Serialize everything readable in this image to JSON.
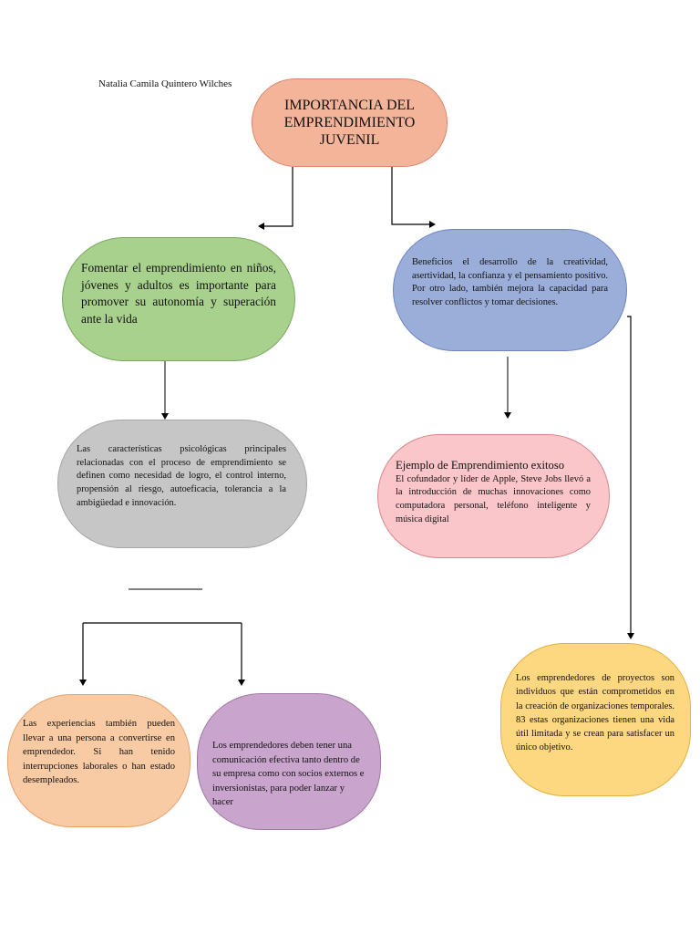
{
  "author": "Natalia Camila Quintero Wilches",
  "title": "IMPORTANCIA DEL EMPRENDIMIENTO JUVENIL",
  "nodes": {
    "green": "Fomentar el emprendimiento en niños, jóvenes y adultos es importante para promover su autonomía y superación ante la vida",
    "blue": "Beneficios el desarrollo de la creatividad, asertividad, la confianza y el pensamiento positivo. Por otro lado, también mejora la capacidad para resolver conflictos y tomar decisiones.",
    "gray": "Las características psicológicas principales relacionadas con el proceso de emprendimiento se definen como necesidad de logro, el control interno, propensión al riesgo, autoeficacia, tolerancia a la ambigüedad e innovación.",
    "pink_heading": "Ejemplo de Emprendimiento exitoso",
    "pink_body": "El cofundador y líder de Apple, Steve Jobs llevó a la introducción de muchas innovaciones como computadora personal, teléfono inteligente y música digital",
    "yellow": "Los emprendedores de proyectos son individuos que están comprometidos en la creación de organizaciones temporales. 83 estas organizaciones tienen una vida útil limitada y se crean para satisfacer un único objetivo.",
    "peach": "Las experiencias también pueden llevar a una persona a convertirse en emprendedor. Si han tenido interrupciones laborales o han estado desempleados.",
    "purple": "Los emprendedores deben tener una comunicación efectiva tanto dentro de su empresa como con socios externos e inversionistas, para poder lanzar y hacer"
  },
  "colors": {
    "title": "#f4b49a",
    "green": "#a9d18e",
    "blue": "#9aaed9",
    "gray": "#c6c6c6",
    "pink": "#fbc6ca",
    "yellow": "#fed880",
    "peach": "#f8cba5",
    "purple": "#c9a5cd",
    "line": "#000000"
  }
}
